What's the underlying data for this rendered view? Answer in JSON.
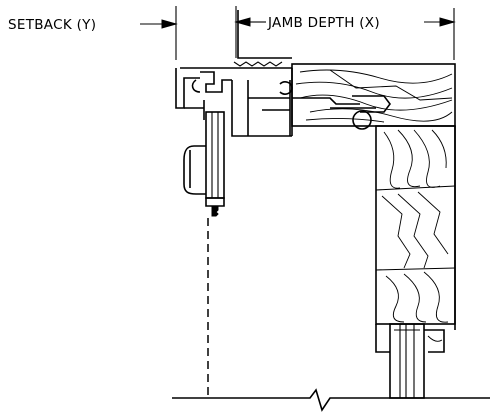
{
  "labels": {
    "setback": "SETBACK (Y)",
    "jamb_depth": "JAMB DEPTH (X)"
  },
  "icons": {
    "arrow": "arrowhead",
    "break": "break-line"
  },
  "colors": {
    "ink": "#000000",
    "paper": "#ffffff"
  }
}
